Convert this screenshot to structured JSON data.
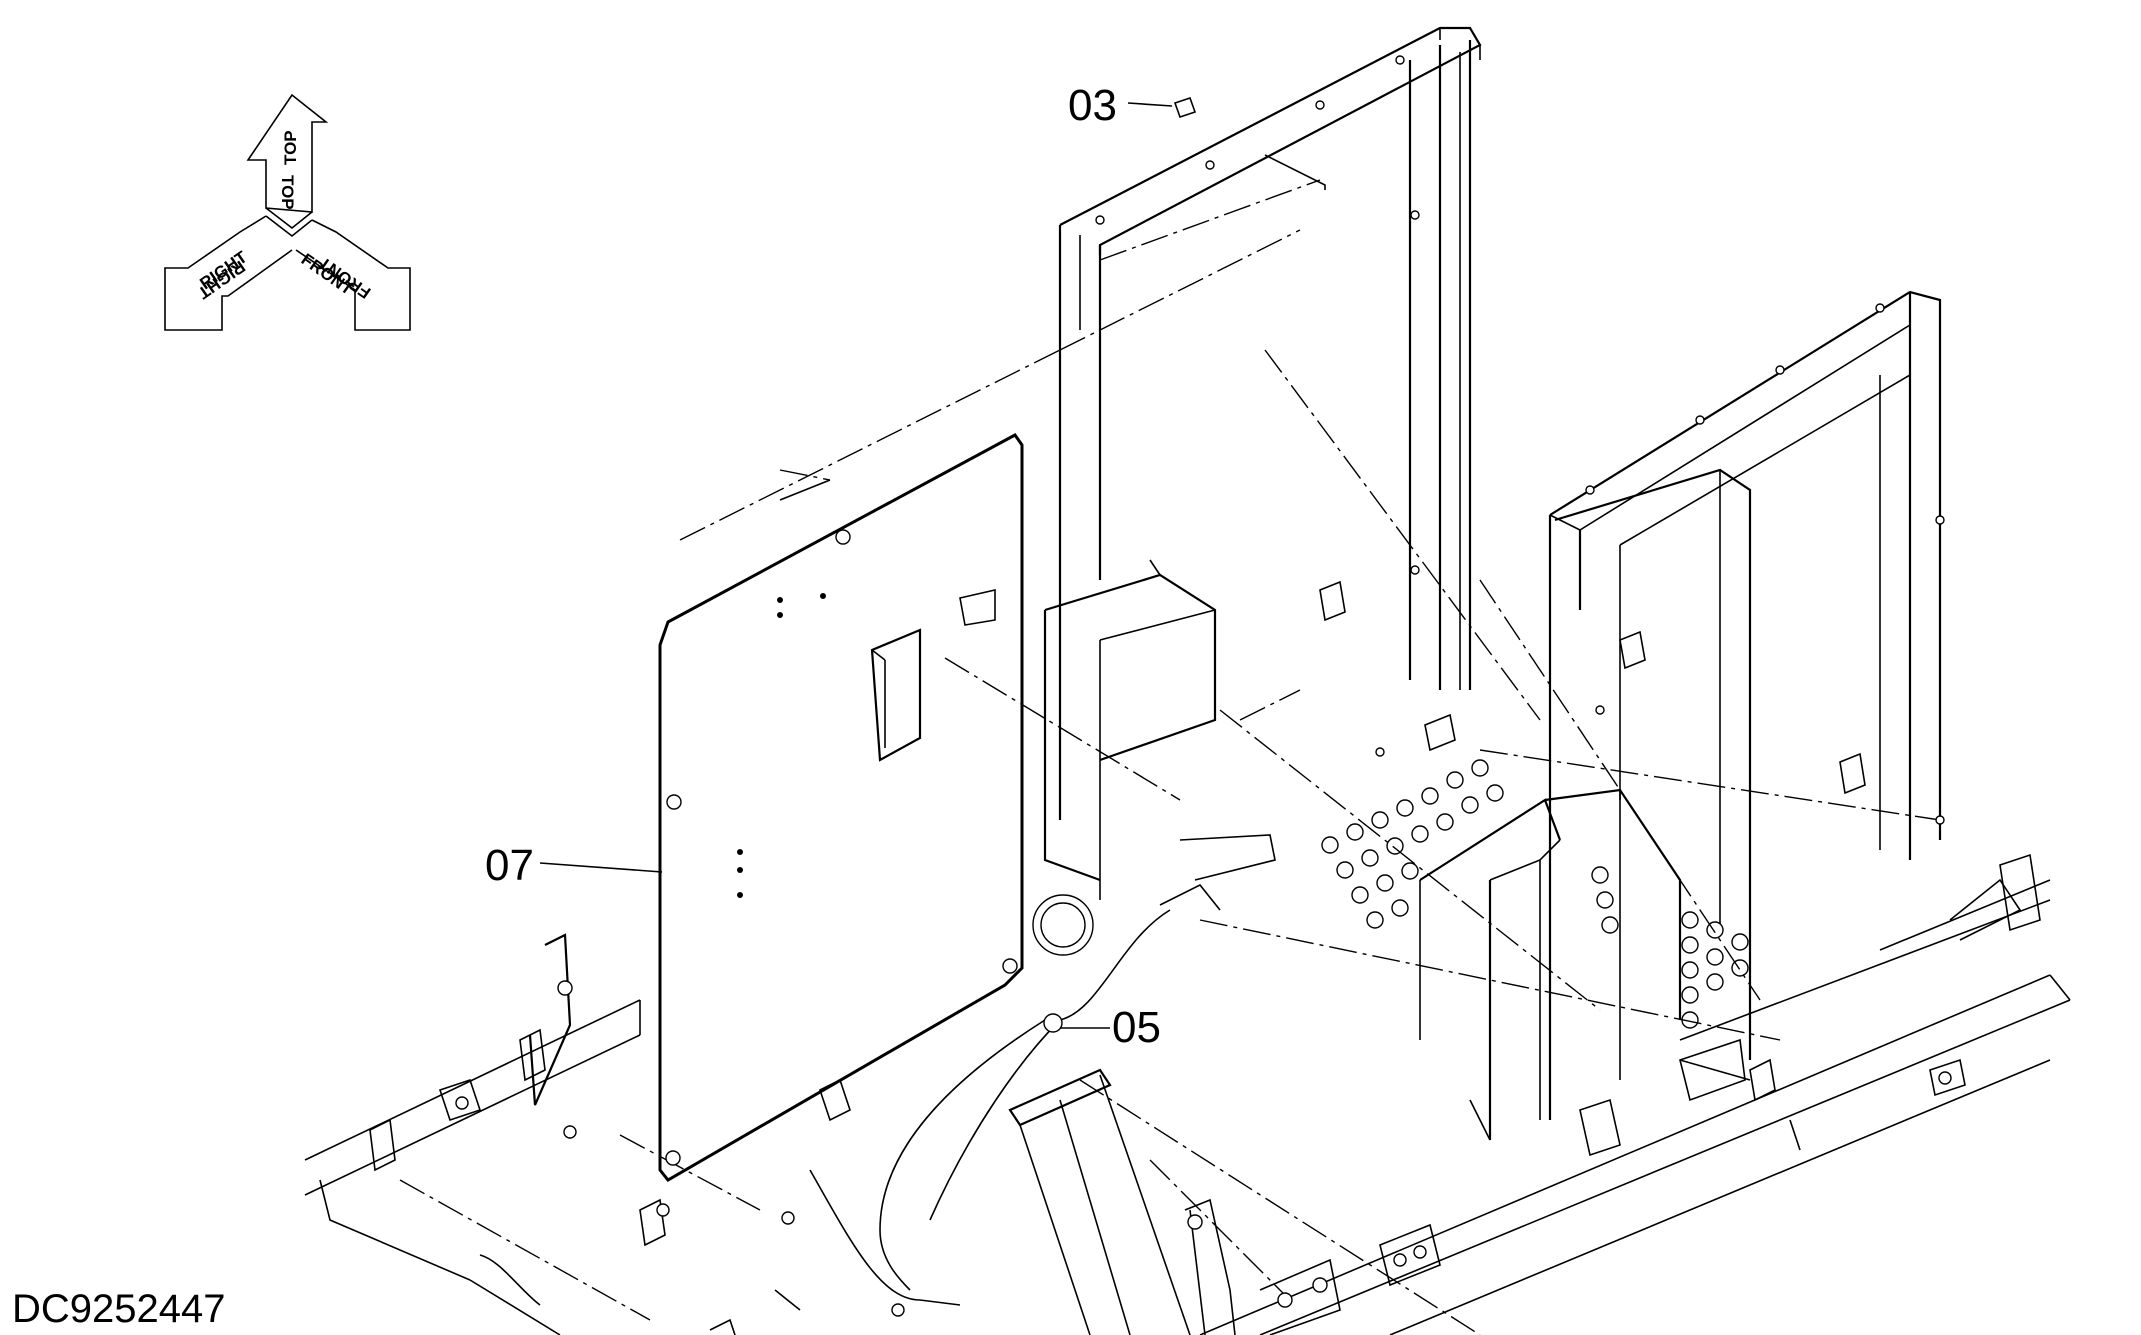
{
  "diagram": {
    "drawing_code": "DC9252447",
    "callouts": [
      {
        "id": "03",
        "text": "03"
      },
      {
        "id": "07",
        "text": "07"
      },
      {
        "id": "05",
        "text": "05"
      }
    ],
    "orientation": {
      "top": "TOP",
      "right": "RIGHT",
      "front": "FRONT"
    }
  }
}
